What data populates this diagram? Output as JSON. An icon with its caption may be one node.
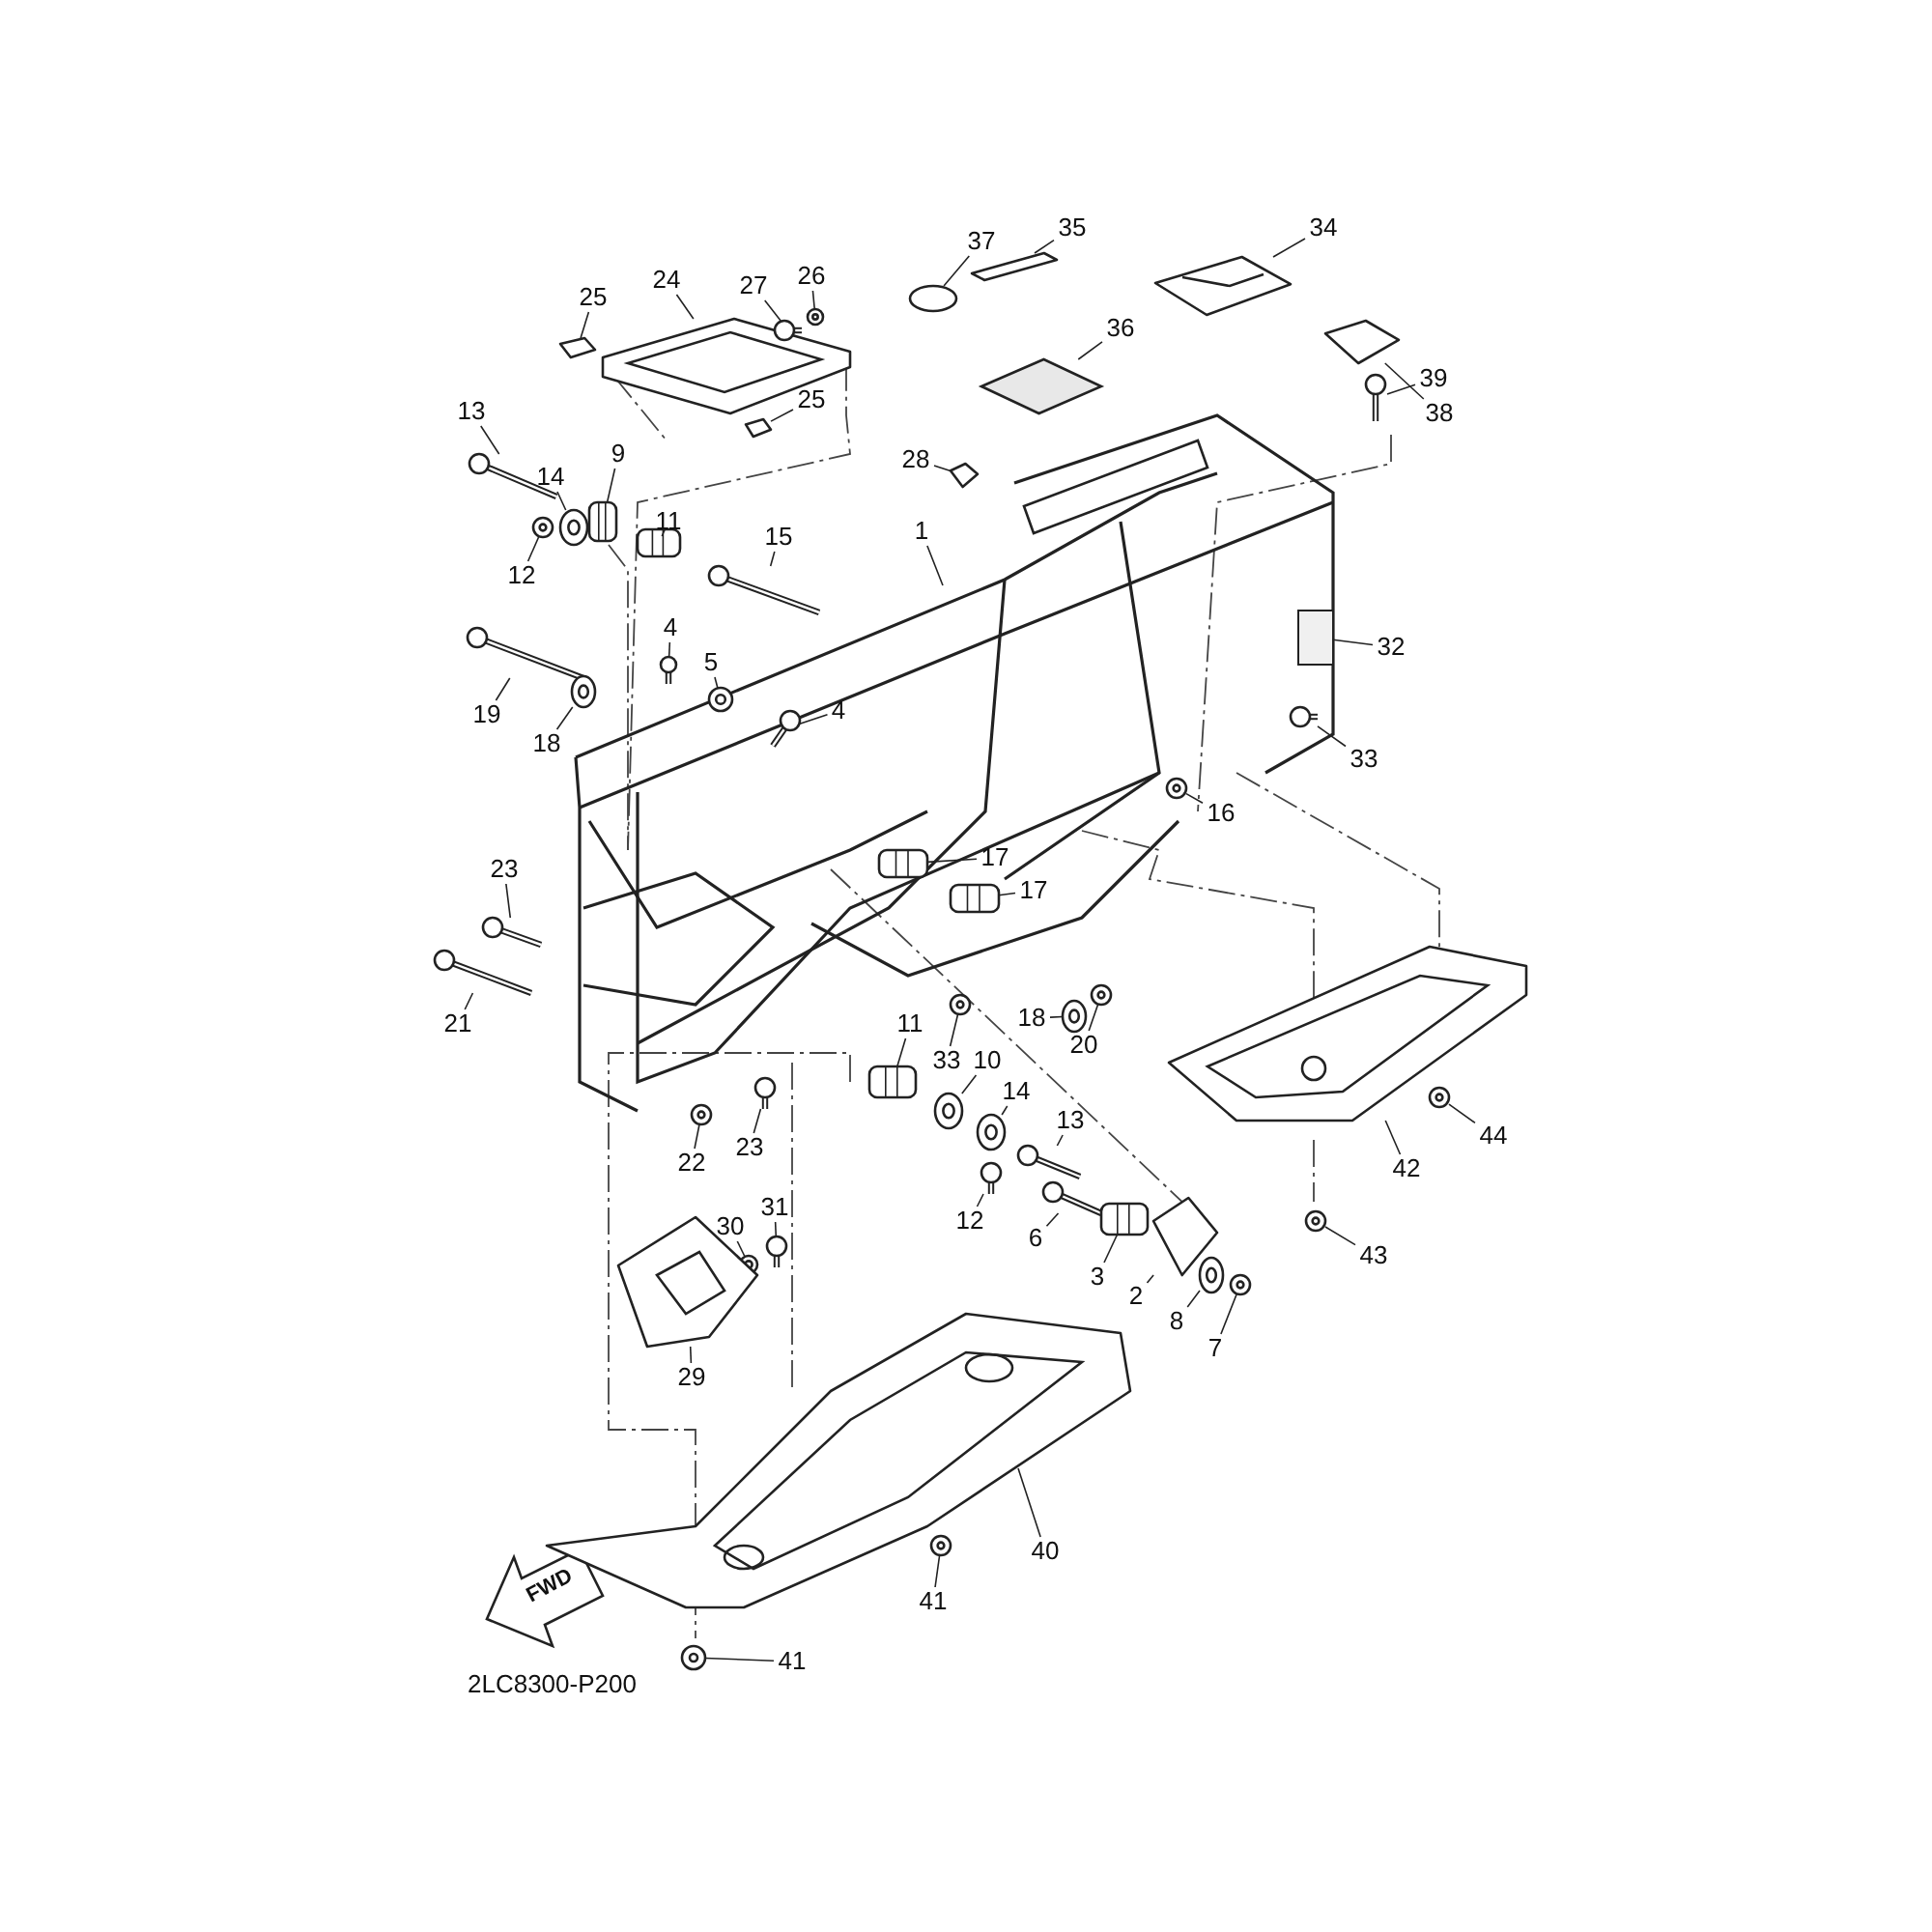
{
  "diagram": {
    "nodes": [
      {
        "text": [
          "37"
        ]
      },
      {
        "text": [
          "35"
        ]
      },
      {
        "text": [
          "34"
        ]
      },
      {
        "text": [
          "36"
        ]
      },
      {
        "text": [
          "39"
        ]
      },
      {
        "text": [
          "38"
        ]
      },
      {
        "text": [
          "24"
        ]
      },
      {
        "text": [
          "25"
        ]
      },
      {
        "text": [
          "27"
        ]
      },
      {
        "text": [
          "26"
        ]
      },
      {
        "text": [
          "25"
        ]
      },
      {
        "text": [
          "13"
        ]
      },
      {
        "text": [
          "14"
        ]
      },
      {
        "text": [
          "9"
        ]
      },
      {
        "text": [
          "11"
        ]
      },
      {
        "text": [
          "12"
        ]
      },
      {
        "text": [
          "28"
        ]
      },
      {
        "text": [
          "1"
        ]
      },
      {
        "text": [
          "15"
        ]
      },
      {
        "text": [
          "32"
        ]
      },
      {
        "text": [
          "4"
        ]
      },
      {
        "text": [
          "5"
        ]
      },
      {
        "text": [
          "19"
        ]
      },
      {
        "text": [
          "18"
        ]
      },
      {
        "text": [
          "4"
        ]
      },
      {
        "text": [
          "33"
        ]
      },
      {
        "text": [
          "16"
        ]
      },
      {
        "text": [
          "17"
        ]
      },
      {
        "text": [
          "17"
        ]
      },
      {
        "text": [
          "23"
        ]
      },
      {
        "text": [
          "21"
        ]
      },
      {
        "text": [
          "18"
        ]
      },
      {
        "text": [
          "20"
        ]
      },
      {
        "text": [
          "11"
        ]
      },
      {
        "text": [
          "33"
        ]
      },
      {
        "text": [
          "10"
        ]
      },
      {
        "text": [
          "14"
        ]
      },
      {
        "text": [
          "13"
        ]
      },
      {
        "text": [
          "44"
        ]
      },
      {
        "text": [
          "22"
        ]
      },
      {
        "text": [
          "23"
        ]
      },
      {
        "text": [
          "42"
        ]
      },
      {
        "text": [
          "12"
        ]
      },
      {
        "text": [
          "6"
        ]
      },
      {
        "text": [
          "31"
        ]
      },
      {
        "text": [
          "30"
        ]
      },
      {
        "text": [
          "3"
        ]
      },
      {
        "text": [
          "2"
        ]
      },
      {
        "text": [
          "43"
        ]
      },
      {
        "text": [
          "8"
        ]
      },
      {
        "text": [
          "7"
        ]
      },
      {
        "text": [
          "29"
        ]
      },
      {
        "text": [
          "40"
        ]
      },
      {
        "text": [
          "41"
        ]
      },
      {
        "text": [
          "41"
        ]
      },
      {
        "text": [],
        "shape": "circle"
      },
      {
        "text": [],
        "shape": "picture"
      },
      {
        "text": [],
        "shape": "picture"
      },
      {
        "text": [],
        "shape": "picture"
      },
      {
        "text": [],
        "shape": "picture"
      },
      {
        "text": [],
        "shape": "picture"
      },
      {
        "text": [],
        "shape": "picture"
      },
      {
        "text": [],
        "shape": "picture"
      },
      {
        "text": [],
        "shape": "picture"
      },
      {
        "text": [],
        "shape": "picture"
      },
      {
        "text": [],
        "shape": "picture"
      },
      {
        "text": [],
        "shape": "picture"
      },
      {
        "text": [],
        "shape": "picture"
      },
      {
        "text": [],
        "shape": "picture"
      },
      {
        "text": [],
        "shape": "picture"
      },
      {
        "text": [],
        "shape": "picture"
      },
      {
        "text": [],
        "shape": "picture"
      },
      {
        "text": [],
        "shape": "picture"
      },
      {
        "text": [],
        "shape": "box"
      },
      {
        "text": [],
        "shape": "picture"
      },
      {
        "text": [],
        "shape": "picture"
      },
      {
        "text": [],
        "shape": "picture"
      },
      {
        "text": [],
        "shape": "picture"
      },
      {
        "text": [],
        "shape": "picture"
      },
      {
        "text": [],
        "shape": "picture"
      },
      {
        "text": [],
        "shape": "picture"
      },
      {
        "text": [],
        "shape": "picture"
      },
      {
        "text": [],
        "shape": "picture"
      },
      {
        "text": [],
        "shape": "picture"
      },
      {
        "text": [],
        "shape": "picture"
      },
      {
        "text": [],
        "shape": "picture"
      },
      {
        "text": [],
        "shape": "picture"
      },
      {
        "text": [],
        "shape": "picture"
      },
      {
        "text": [],
        "shape": "picture"
      },
      {
        "text": [],
        "shape": "picture"
      },
      {
        "text": [],
        "shape": "picture"
      },
      {
        "text": [],
        "shape": "picture"
      },
      {
        "text": [],
        "shape": "picture"
      },
      {
        "text": [],
        "shape": "picture"
      },
      {
        "text": [],
        "shape": "picture"
      },
      {
        "text": [],
        "shape": "picture"
      },
      {
        "text": [],
        "shape": "picture"
      },
      {
        "text": [],
        "shape": "picture"
      },
      {
        "text": [],
        "shape": "picture"
      },
      {
        "text": [],
        "shape": "picture"
      },
      {
        "text": [],
        "shape": "picture"
      },
      {
        "text": [],
        "shape": "picture"
      },
      {
        "text": [],
        "shape": "picture"
      },
      {
        "text": [],
        "shape": "picture"
      },
      {
        "text": [],
        "shape": "picture"
      },
      {
        "text": [],
        "shape": "picture"
      },
      {
        "text": [],
        "shape": "picture"
      },
      {
        "text": [],
        "shape": "picture"
      },
      {
        "text": [],
        "shape": "picture"
      }
    ],
    "edges": [
      {
        "from": 0,
        "to": 55,
        "arrow": "none"
      },
      {
        "from": 1,
        "to": 56,
        "arrow": "none"
      },
      {
        "from": 2,
        "to": 57,
        "arrow": "none"
      },
      {
        "from": 3,
        "to": 58,
        "arrow": "none"
      },
      {
        "from": 4,
        "to": 59,
        "arrow": "none"
      },
      {
        "from": 5,
        "to": 60,
        "arrow": "none"
      },
      {
        "from": 6,
        "to": 61,
        "arrow": "none"
      },
      {
        "from": 7,
        "to": 62,
        "arrow": "none"
      },
      {
        "from": 8,
        "to": 63,
        "arrow": "none"
      },
      {
        "from": 9,
        "to": 64,
        "arrow": "none"
      },
      {
        "from": 10,
        "to": 65,
        "arrow": "none"
      },
      {
        "from": 11,
        "to": 66,
        "arrow": "none"
      },
      {
        "from": 12,
        "to": 67,
        "arrow": "none"
      },
      {
        "from": 13,
        "to": 68,
        "arrow": "none"
      },
      {
        "from": 14,
        "to": 69,
        "arrow": "none"
      },
      {
        "from": 15,
        "to": 70,
        "arrow": "none"
      },
      {
        "from": 16,
        "to": 71,
        "arrow": "none"
      },
      {
        "from": 17,
        "to": null,
        "arrow": "none"
      },
      {
        "from": 18,
        "to": 72,
        "arrow": "none"
      },
      {
        "from": 19,
        "to": 73,
        "arrow": "none"
      },
      {
        "from": 20,
        "to": 74,
        "arrow": "none"
      },
      {
        "from": 21,
        "to": 75,
        "arrow": "none"
      },
      {
        "from": 22,
        "to": 76,
        "arrow": "none"
      },
      {
        "from": 23,
        "to": 77,
        "arrow": "none"
      },
      {
        "from": 24,
        "to": 78,
        "arrow": "none"
      },
      {
        "from": 25,
        "to": 79,
        "arrow": "none"
      },
      {
        "from": 26,
        "to": 80,
        "arrow": "none"
      },
      {
        "from": 27,
        "to": 81,
        "arrow": "none"
      },
      {
        "from": 28,
        "to": 82,
        "arrow": "none"
      },
      {
        "from": 29,
        "to": 83,
        "arrow": "none"
      },
      {
        "from": 30,
        "to": 84,
        "arrow": "none"
      },
      {
        "from": 31,
        "to": 85,
        "arrow": "none"
      },
      {
        "from": 32,
        "to": 86,
        "arrow": "none"
      },
      {
        "from": 33,
        "to": 87,
        "arrow": "none"
      },
      {
        "from": 34,
        "to": 88,
        "arrow": "none"
      },
      {
        "from": 35,
        "to": 89,
        "arrow": "none"
      },
      {
        "from": 36,
        "to": 90,
        "arrow": "none"
      },
      {
        "from": 37,
        "to": 91,
        "arrow": "none"
      },
      {
        "from": 38,
        "to": 92,
        "arrow": "none"
      },
      {
        "from": 39,
        "to": 93,
        "arrow": "none"
      },
      {
        "from": 40,
        "to": 94,
        "arrow": "none"
      },
      {
        "from": 41,
        "to": 95,
        "arrow": "none"
      },
      {
        "from": 42,
        "to": 96,
        "arrow": "none"
      },
      {
        "from": 43,
        "to": 97,
        "arrow": "none"
      },
      {
        "from": 44,
        "to": 98,
        "arrow": "none"
      },
      {
        "from": 45,
        "to": 99,
        "arrow": "none"
      },
      {
        "from": 46,
        "to": 100,
        "arrow": "none"
      },
      {
        "from": 47,
        "to": 101,
        "arrow": "none"
      },
      {
        "from": 48,
        "to": 102,
        "arrow": "none"
      },
      {
        "from": 49,
        "to": 103,
        "arrow": "none"
      },
      {
        "from": 50,
        "to": 104,
        "arrow": "none"
      },
      {
        "from": 51,
        "to": 105,
        "arrow": "none"
      },
      {
        "from": 52,
        "to": 106,
        "arrow": "none"
      },
      {
        "from": 53,
        "to": 107,
        "arrow": "none"
      },
      {
        "from": 54,
        "to": 108,
        "arrow": "none"
      }
    ],
    "labels": [
      "FWD",
      "2LC8300-P200"
    ]
  }
}
